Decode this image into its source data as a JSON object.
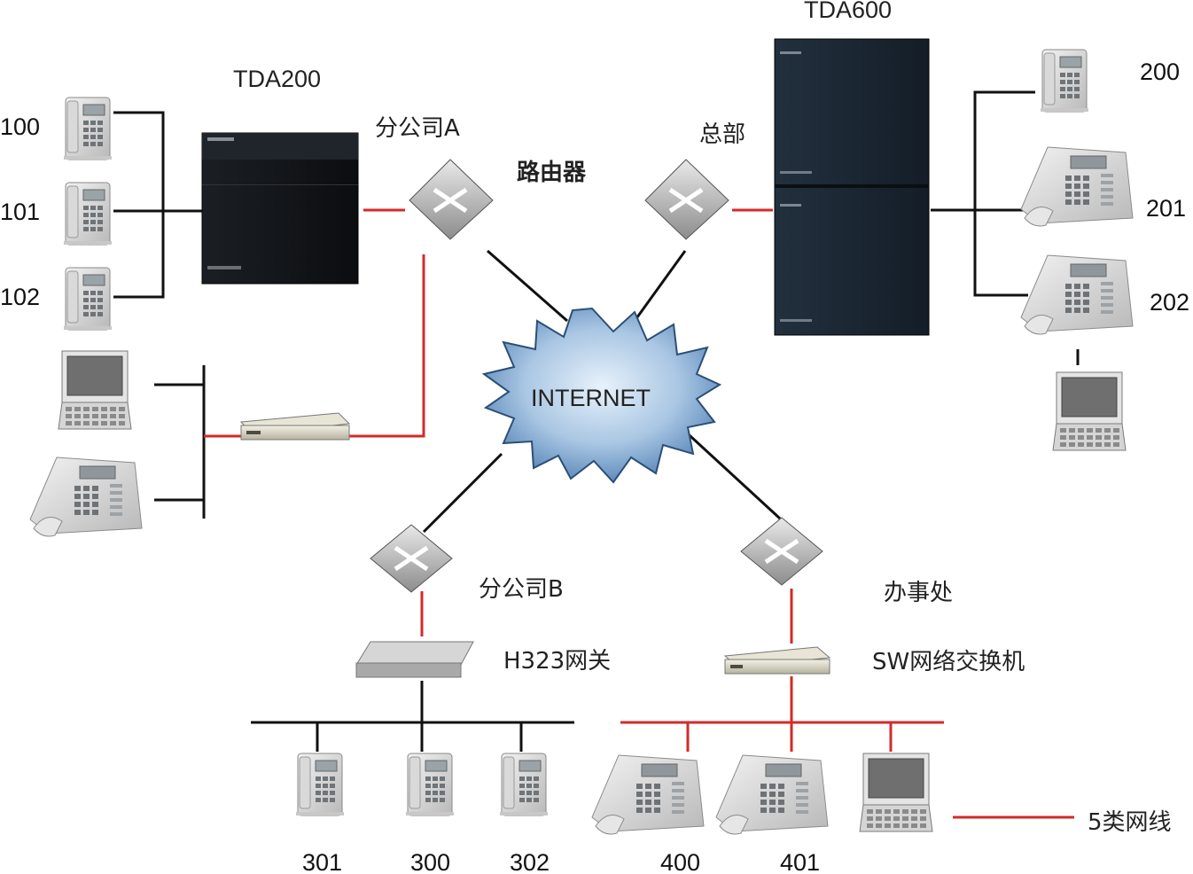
{
  "pbx": {
    "tda200": "TDA200",
    "tda600": "TDA600"
  },
  "sites": {
    "branch_a": "分公司A",
    "headquarters": "总部",
    "branch_b": "分公司B",
    "office": "办事处"
  },
  "router_label": "路由器",
  "internet_label": "INTERNET",
  "gateway_label": "H323网关",
  "switch_label": "SW网络交换机",
  "legend": {
    "cable_label": "5类网线",
    "cable_color": "#d42a2a"
  },
  "extensions": {
    "branch_a": [
      "100",
      "101",
      "102"
    ],
    "hq": [
      "200",
      "201",
      "202"
    ],
    "branch_b": [
      "301",
      "300",
      "302"
    ],
    "office": [
      "400",
      "401"
    ]
  },
  "colors": {
    "black_wire": "#111111",
    "red_wire": "#d42a2a",
    "cloud": "#5d88b8"
  }
}
